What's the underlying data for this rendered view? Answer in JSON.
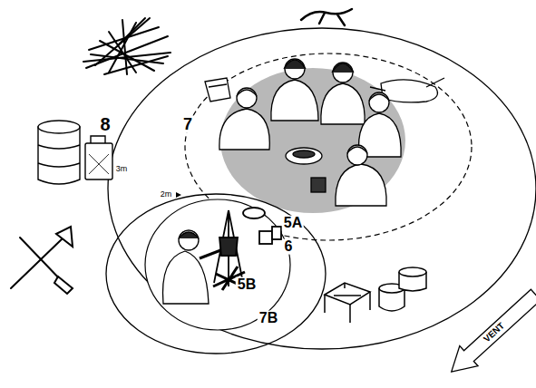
{
  "diagram": {
    "labels": [
      "8",
      "7",
      "3m",
      "2m",
      "5A",
      "6",
      "5B",
      "7B",
      "VENT"
    ]
  }
}
